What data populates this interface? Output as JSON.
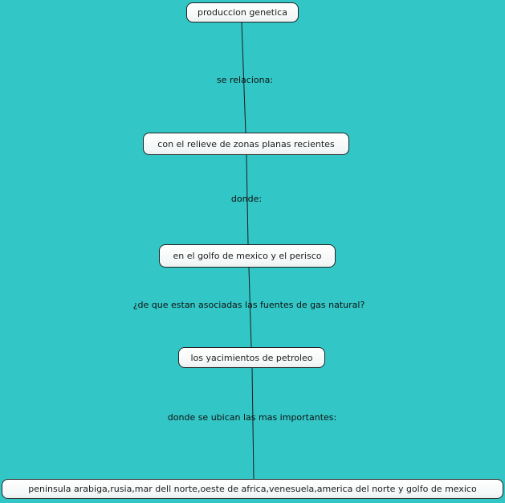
{
  "canvas": {
    "background_color": "#33c6c6",
    "node_fill_color": "#f7fafa",
    "node_border_color": "#232323",
    "line_color": "#1b1b1b",
    "text_color": "#1c1c1c"
  },
  "concept_map": {
    "nodes": [
      {
        "label": "produccion genetica"
      },
      {
        "label": "con el relieve de zonas planas recientes"
      },
      {
        "label": "en el golfo de mexico y el perisco"
      },
      {
        "label": "los yacimientos de petroleo"
      },
      {
        "label": "peninsula arabiga,rusia,mar dell norte,oeste de africa,venesuela,america del norte y golfo de mexico"
      }
    ],
    "links": [
      {
        "label": "se relaciona:"
      },
      {
        "label": "donde:"
      },
      {
        "label": "¿de que estan asociadas las fuentes de gas natural?"
      },
      {
        "label": "donde se ubican las mas importantes:"
      }
    ]
  }
}
